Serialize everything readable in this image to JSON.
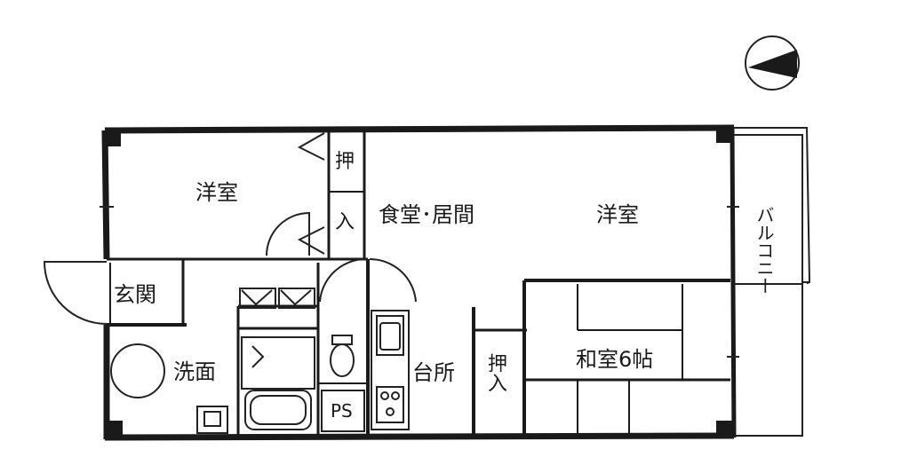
{
  "rooms": {
    "western_room_left": "洋室",
    "closet_top": "押",
    "closet_bottom": "入",
    "dining_living": "食堂･居間",
    "western_room_right": "洋室",
    "entrance": "玄関",
    "washroom": "洗面",
    "pipe_space": "PS",
    "kitchen": "台所",
    "closet2": "押入",
    "japanese_room": "和室6帖",
    "balcony": "バルコニー"
  },
  "colors": {
    "wall": "#1a1a1a",
    "line": "#333333",
    "background": "#ffffff"
  }
}
